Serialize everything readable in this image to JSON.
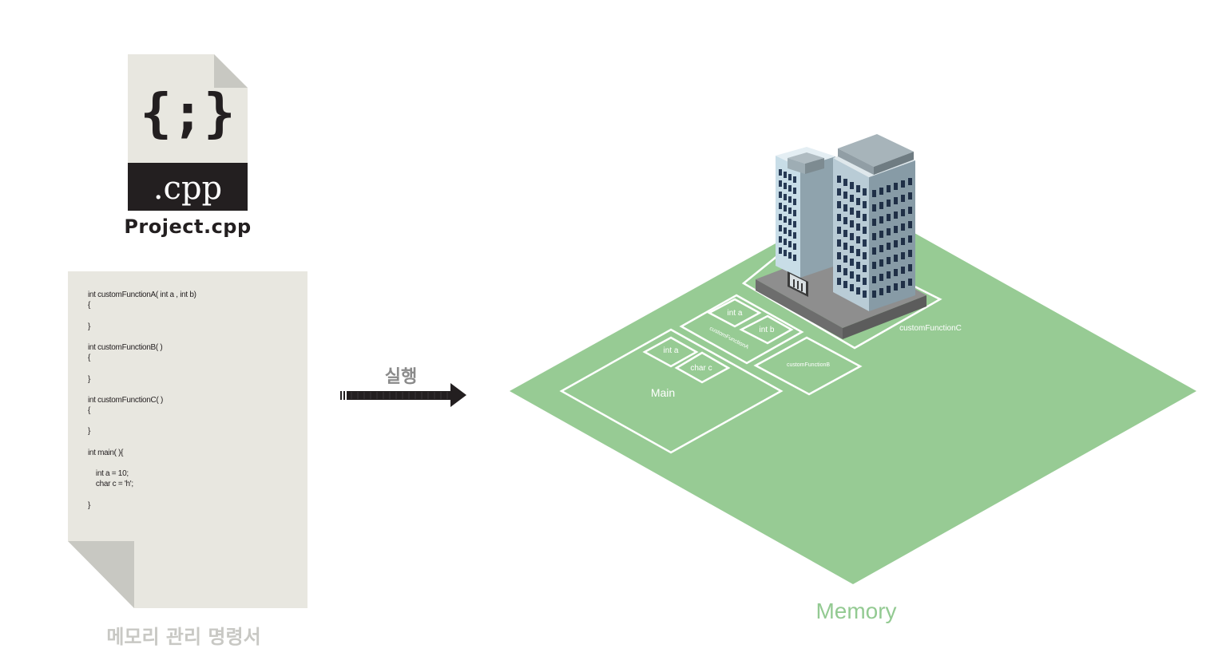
{
  "file_icon": {
    "glyph": "{;}",
    "extension": ".cpp",
    "name": "Project.cpp"
  },
  "source_code": {
    "lines": [
      "int customFunctionA( int a , int b)",
      "{",
      "",
      "}",
      "",
      "int customFunctionB( )",
      "{",
      "",
      "}",
      "",
      "int customFunctionC( )",
      "{",
      "",
      "}",
      "",
      "int main( ){",
      "",
      "    int a = 10;",
      "    char c = 'h';",
      "",
      "}"
    ],
    "caption": "메모리 관리 명령서"
  },
  "arrow": {
    "label": "실행"
  },
  "memory": {
    "label": "Memory",
    "blocks": {
      "main": "Main",
      "main_int_a": "int a",
      "main_char_c": "char c",
      "function_a": "customFunctionA",
      "function_a_int_a": "int a",
      "function_a_int_b": "int b",
      "function_b": "customFunctionB",
      "function_c": "customFunctionC"
    }
  },
  "colors": {
    "memory_green": "#97cb94",
    "paper": "#e8e7e0",
    "paper_fold": "#c8c8c2",
    "dark": "#231f20",
    "caption_gray": "#c8c8c4"
  }
}
